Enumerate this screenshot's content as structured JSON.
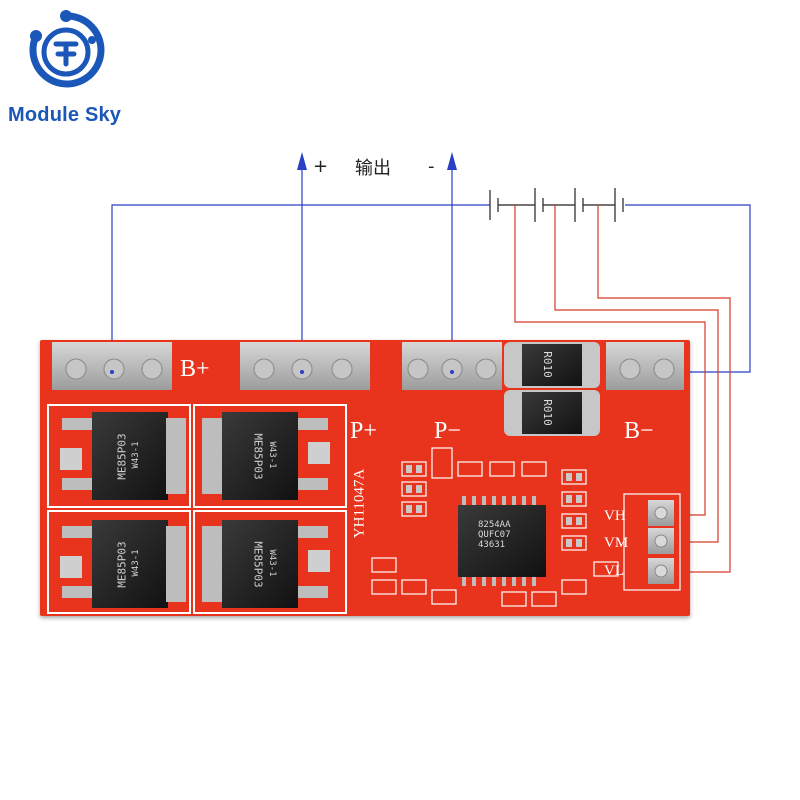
{
  "brand": {
    "logo_name": "Module Sky",
    "logo_icon": "ms-logo-icon"
  },
  "wiring": {
    "plus_sign": "+",
    "output_label": "输出",
    "minus_sign": "-"
  },
  "board": {
    "model": "YH11047A",
    "pad_labels": {
      "b_plus": "B+",
      "p_plus": "P+",
      "p_minus": "P−",
      "b_minus": "B−"
    },
    "balance_labels": [
      "VH",
      "VM",
      "VL"
    ],
    "mosfets": [
      {
        "part": "ME85P03",
        "code": "W43-1"
      },
      {
        "part": "ME85P03",
        "code": "W43-1"
      },
      {
        "part": "ME85P03",
        "code": "W43-1"
      },
      {
        "part": "ME85P03",
        "code": "W43-1"
      }
    ],
    "shunt_resistors": [
      "R010",
      "R010"
    ],
    "ic_lines": [
      "8254AA",
      "QUFC07",
      "43631"
    ],
    "colors": {
      "pcb": "#e8341c",
      "pad": "#b9b9b9",
      "wire_blue": "#2b3fc4",
      "wire_red": "#d63a2a"
    }
  }
}
